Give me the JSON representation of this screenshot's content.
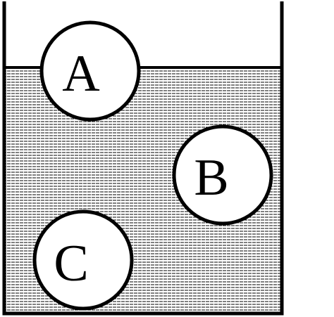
{
  "colors": {
    "stroke": "#000000",
    "liquid_line": "#000000",
    "background": "#ffffff",
    "ball_fill": "#ffffff"
  },
  "balls": [
    {
      "label": "A",
      "state": "floating at surface"
    },
    {
      "label": "B",
      "state": "suspended in liquid"
    },
    {
      "label": "C",
      "state": "resting on bottom"
    }
  ]
}
